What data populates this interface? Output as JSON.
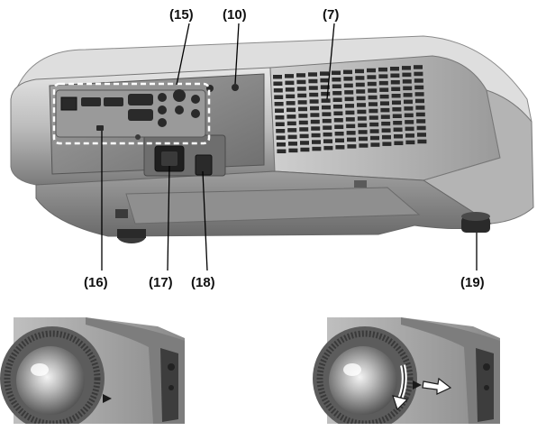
{
  "callouts": {
    "c15": "(15)",
    "c10": "(10)",
    "c7": "(7)",
    "c16": "(16)",
    "c17": "(17)",
    "c18": "(18)",
    "c19": "(19)"
  },
  "colors": {
    "body_light": "#d9d9d9",
    "body_mid": "#a8a8a8",
    "body_dark": "#5a5a5a",
    "panel": "#8c8c8c",
    "vent": "#2b2b2b",
    "lens_ring": "#6b6b6b",
    "dashed_box": "#ffffff",
    "arrow": "#ffffff"
  }
}
